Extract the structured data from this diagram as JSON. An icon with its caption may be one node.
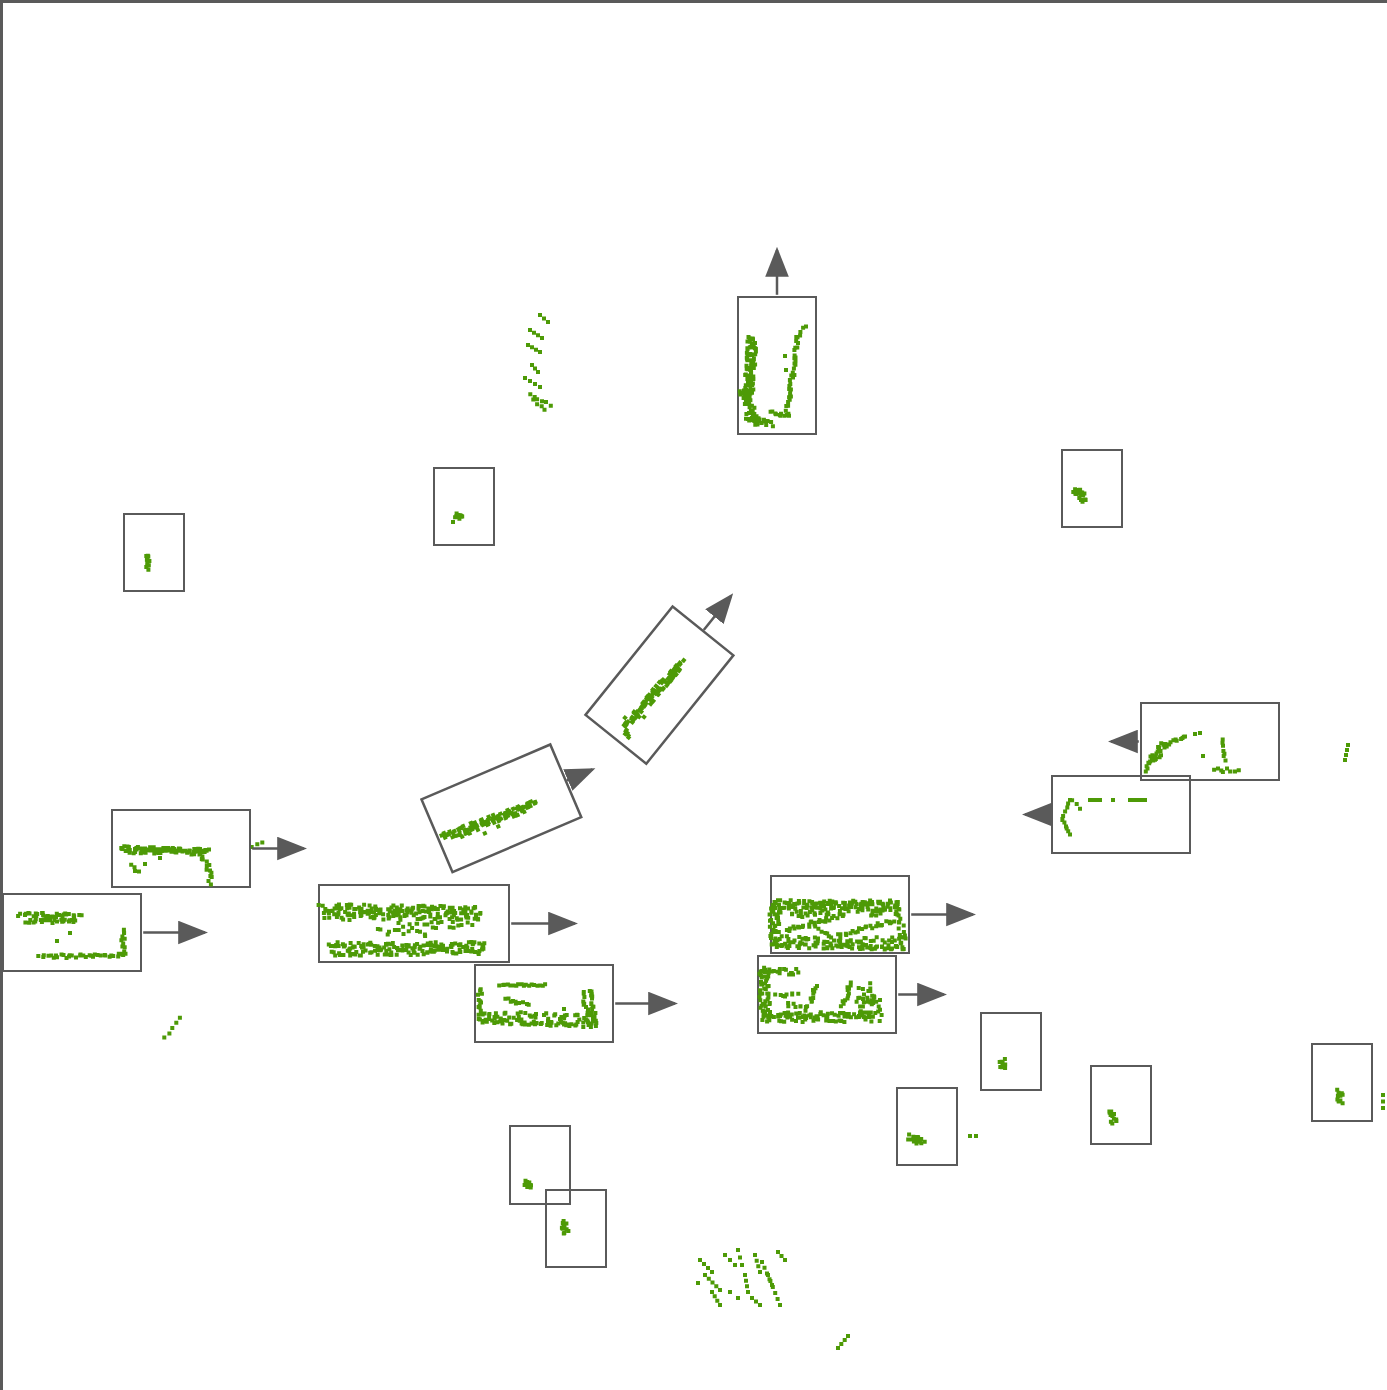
{
  "diagram": {
    "nodes": [
      {
        "text": [],
        "shape": "box"
      },
      {
        "text": [],
        "shape": "box"
      },
      {
        "text": [],
        "shape": "box"
      },
      {
        "text": [],
        "shape": "box"
      },
      {
        "text": [],
        "shape": "box"
      },
      {
        "text": [],
        "shape": "box"
      },
      {
        "text": [],
        "shape": "box"
      },
      {
        "text": [],
        "shape": "box"
      },
      {
        "text": [],
        "shape": "box"
      },
      {
        "text": [],
        "shape": "box"
      },
      {
        "text": [],
        "shape": "box"
      },
      {
        "text": [],
        "shape": "box"
      },
      {
        "text": [],
        "shape": "box"
      },
      {
        "text": [],
        "shape": "box"
      },
      {
        "text": [],
        "shape": "box"
      },
      {
        "text": [],
        "shape": "box"
      },
      {
        "text": [],
        "shape": "box"
      },
      {
        "text": [],
        "shape": "box"
      },
      {
        "text": [],
        "shape": "box"
      },
      {
        "text": [],
        "shape": "box"
      }
    ],
    "edges": [
      {
        "from": 0,
        "to": null,
        "arrow": "to"
      },
      {
        "from": 5,
        "to": null,
        "arrow": "to"
      },
      {
        "from": 7,
        "to": null,
        "arrow": "to"
      },
      {
        "from": 8,
        "to": null,
        "arrow": "to"
      },
      {
        "from": 9,
        "to": null,
        "arrow": "to"
      },
      {
        "from": 10,
        "to": null,
        "arrow": "to"
      },
      {
        "from": 11,
        "to": null,
        "arrow": "to"
      },
      {
        "from": 12,
        "to": null,
        "arrow": "to"
      },
      {
        "from": 13,
        "to": null,
        "arrow": "to"
      }
    ]
  }
}
